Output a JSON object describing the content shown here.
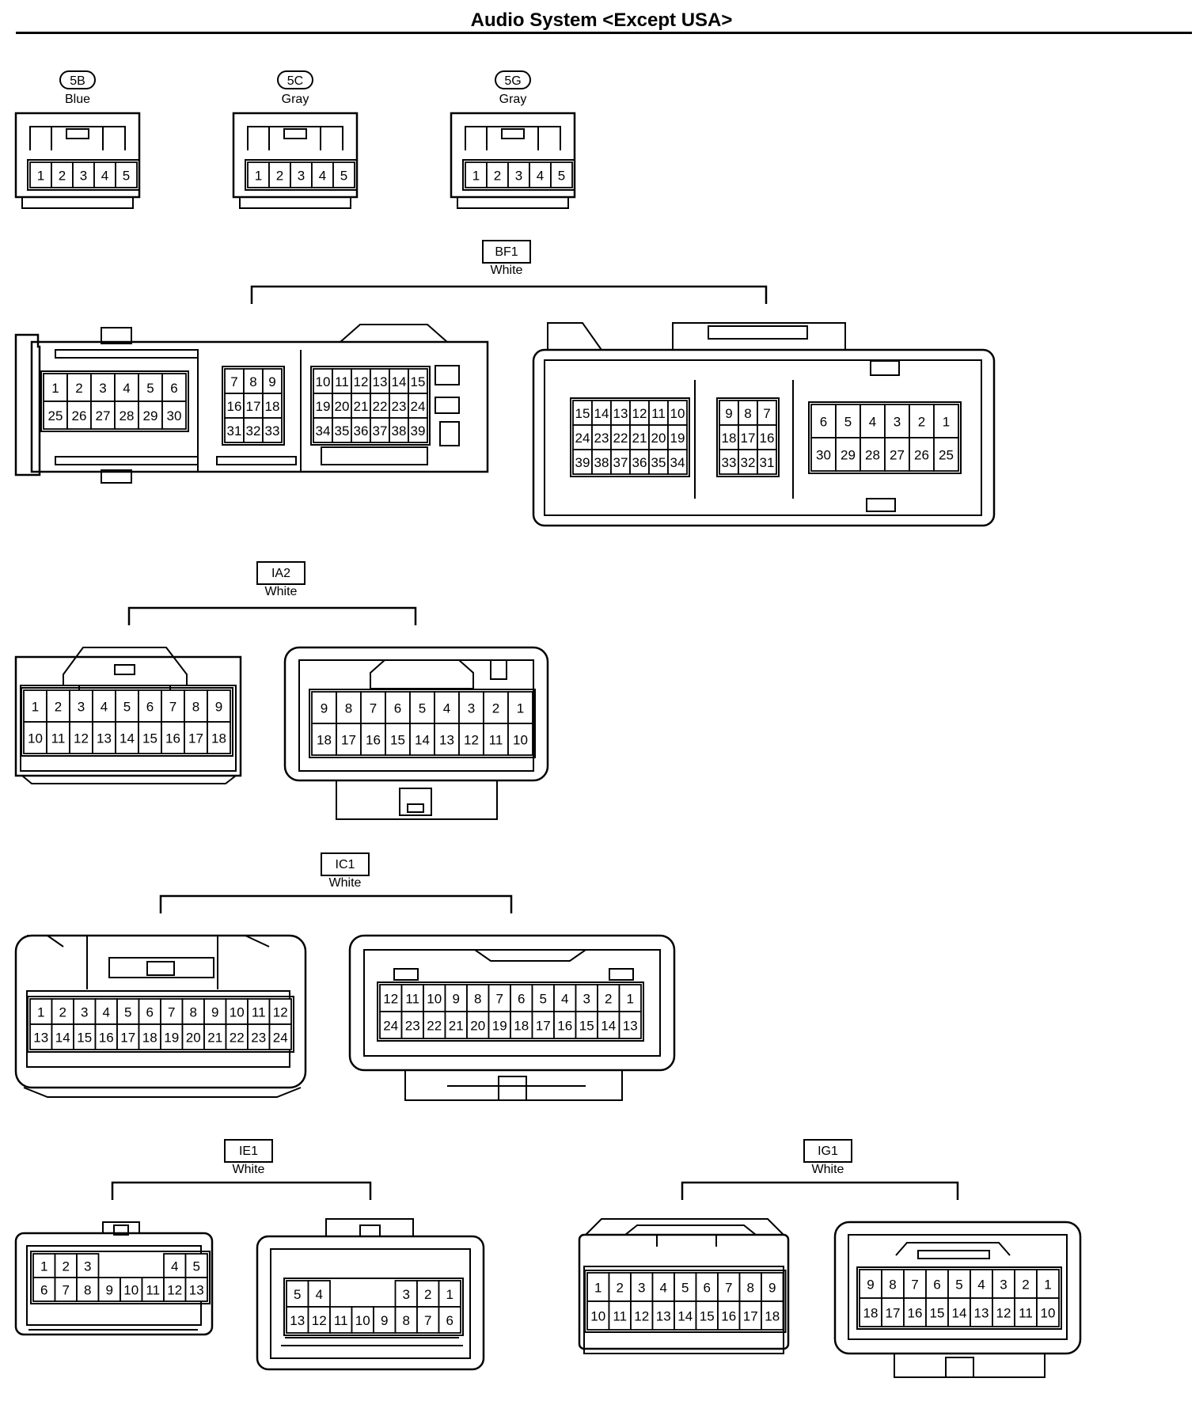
{
  "title": "Audio System <Except USA>",
  "connectors": [
    {
      "code": "5B",
      "color": "Blue",
      "tag_style": "oval",
      "halves": [
        {
          "rows": [
            [
              "1",
              "2",
              "3",
              "4",
              "5"
            ]
          ]
        }
      ]
    },
    {
      "code": "5C",
      "color": "Gray",
      "tag_style": "oval",
      "halves": [
        {
          "rows": [
            [
              "1",
              "2",
              "3",
              "4",
              "5"
            ]
          ]
        }
      ]
    },
    {
      "code": "5G",
      "color": "Gray",
      "tag_style": "oval",
      "halves": [
        {
          "rows": [
            [
              "1",
              "2",
              "3",
              "4",
              "5"
            ]
          ]
        }
      ]
    },
    {
      "code": "BF1",
      "color": "White",
      "tag_style": "box",
      "halves": [
        {
          "blocks": [
            {
              "rows": [
                [
                  "1",
                  "2",
                  "3",
                  "4",
                  "5",
                  "6"
                ],
                [
                  "25",
                  "26",
                  "27",
                  "28",
                  "29",
                  "30"
                ]
              ]
            },
            {
              "rows": [
                [
                  "7",
                  "8",
                  "9"
                ],
                [
                  "16",
                  "17",
                  "18"
                ],
                [
                  "31",
                  "32",
                  "33"
                ]
              ]
            },
            {
              "rows": [
                [
                  "10",
                  "11",
                  "12",
                  "13",
                  "14",
                  "15"
                ],
                [
                  "19",
                  "20",
                  "21",
                  "22",
                  "23",
                  "24"
                ],
                [
                  "34",
                  "35",
                  "36",
                  "37",
                  "38",
                  "39"
                ]
              ]
            }
          ]
        },
        {
          "blocks": [
            {
              "rows": [
                [
                  "15",
                  "14",
                  "13",
                  "12",
                  "11",
                  "10"
                ],
                [
                  "24",
                  "23",
                  "22",
                  "21",
                  "20",
                  "19"
                ],
                [
                  "39",
                  "38",
                  "37",
                  "36",
                  "35",
                  "34"
                ]
              ]
            },
            {
              "rows": [
                [
                  "9",
                  "8",
                  "7"
                ],
                [
                  "18",
                  "17",
                  "16"
                ],
                [
                  "33",
                  "32",
                  "31"
                ]
              ]
            },
            {
              "rows": [
                [
                  "6",
                  "5",
                  "4",
                  "3",
                  "2",
                  "1"
                ],
                [
                  "30",
                  "29",
                  "28",
                  "27",
                  "26",
                  "25"
                ]
              ]
            }
          ]
        }
      ]
    },
    {
      "code": "IA2",
      "color": "White",
      "tag_style": "box",
      "halves": [
        {
          "rows": [
            [
              "1",
              "2",
              "3",
              "4",
              "5",
              "6",
              "7",
              "8",
              "9"
            ],
            [
              "10",
              "11",
              "12",
              "13",
              "14",
              "15",
              "16",
              "17",
              "18"
            ]
          ]
        },
        {
          "rows": [
            [
              "9",
              "8",
              "7",
              "6",
              "5",
              "4",
              "3",
              "2",
              "1"
            ],
            [
              "18",
              "17",
              "16",
              "15",
              "14",
              "13",
              "12",
              "11",
              "10"
            ]
          ]
        }
      ]
    },
    {
      "code": "IC1",
      "color": "White",
      "tag_style": "box",
      "halves": [
        {
          "rows": [
            [
              "1",
              "2",
              "3",
              "4",
              "5",
              "6",
              "7",
              "8",
              "9",
              "10",
              "11",
              "12"
            ],
            [
              "13",
              "14",
              "15",
              "16",
              "17",
              "18",
              "19",
              "20",
              "21",
              "22",
              "23",
              "24"
            ]
          ]
        },
        {
          "rows": [
            [
              "12",
              "11",
              "10",
              "9",
              "8",
              "7",
              "6",
              "5",
              "4",
              "3",
              "2",
              "1"
            ],
            [
              "24",
              "23",
              "22",
              "21",
              "20",
              "19",
              "18",
              "17",
              "16",
              "15",
              "14",
              "13"
            ]
          ]
        }
      ]
    },
    {
      "code": "IE1",
      "color": "White",
      "tag_style": "box",
      "halves": [
        {
          "rows": [
            [
              "1",
              "2",
              "3",
              "",
              "",
              "",
              "4",
              "5"
            ],
            [
              "6",
              "7",
              "8",
              "9",
              "10",
              "11",
              "12",
              "13"
            ]
          ]
        },
        {
          "rows": [
            [
              "5",
              "4",
              "",
              "",
              "",
              "3",
              "2",
              "1"
            ],
            [
              "13",
              "12",
              "11",
              "10",
              "9",
              "8",
              "7",
              "6"
            ]
          ]
        }
      ]
    },
    {
      "code": "IG1",
      "color": "White",
      "tag_style": "box",
      "halves": [
        {
          "rows": [
            [
              "1",
              "2",
              "3",
              "4",
              "5",
              "6",
              "7",
              "8",
              "9"
            ],
            [
              "10",
              "11",
              "12",
              "13",
              "14",
              "15",
              "16",
              "17",
              "18"
            ]
          ]
        },
        {
          "rows": [
            [
              "9",
              "8",
              "7",
              "6",
              "5",
              "4",
              "3",
              "2",
              "1"
            ],
            [
              "18",
              "17",
              "16",
              "15",
              "14",
              "13",
              "12",
              "11",
              "10"
            ]
          ]
        }
      ]
    }
  ]
}
